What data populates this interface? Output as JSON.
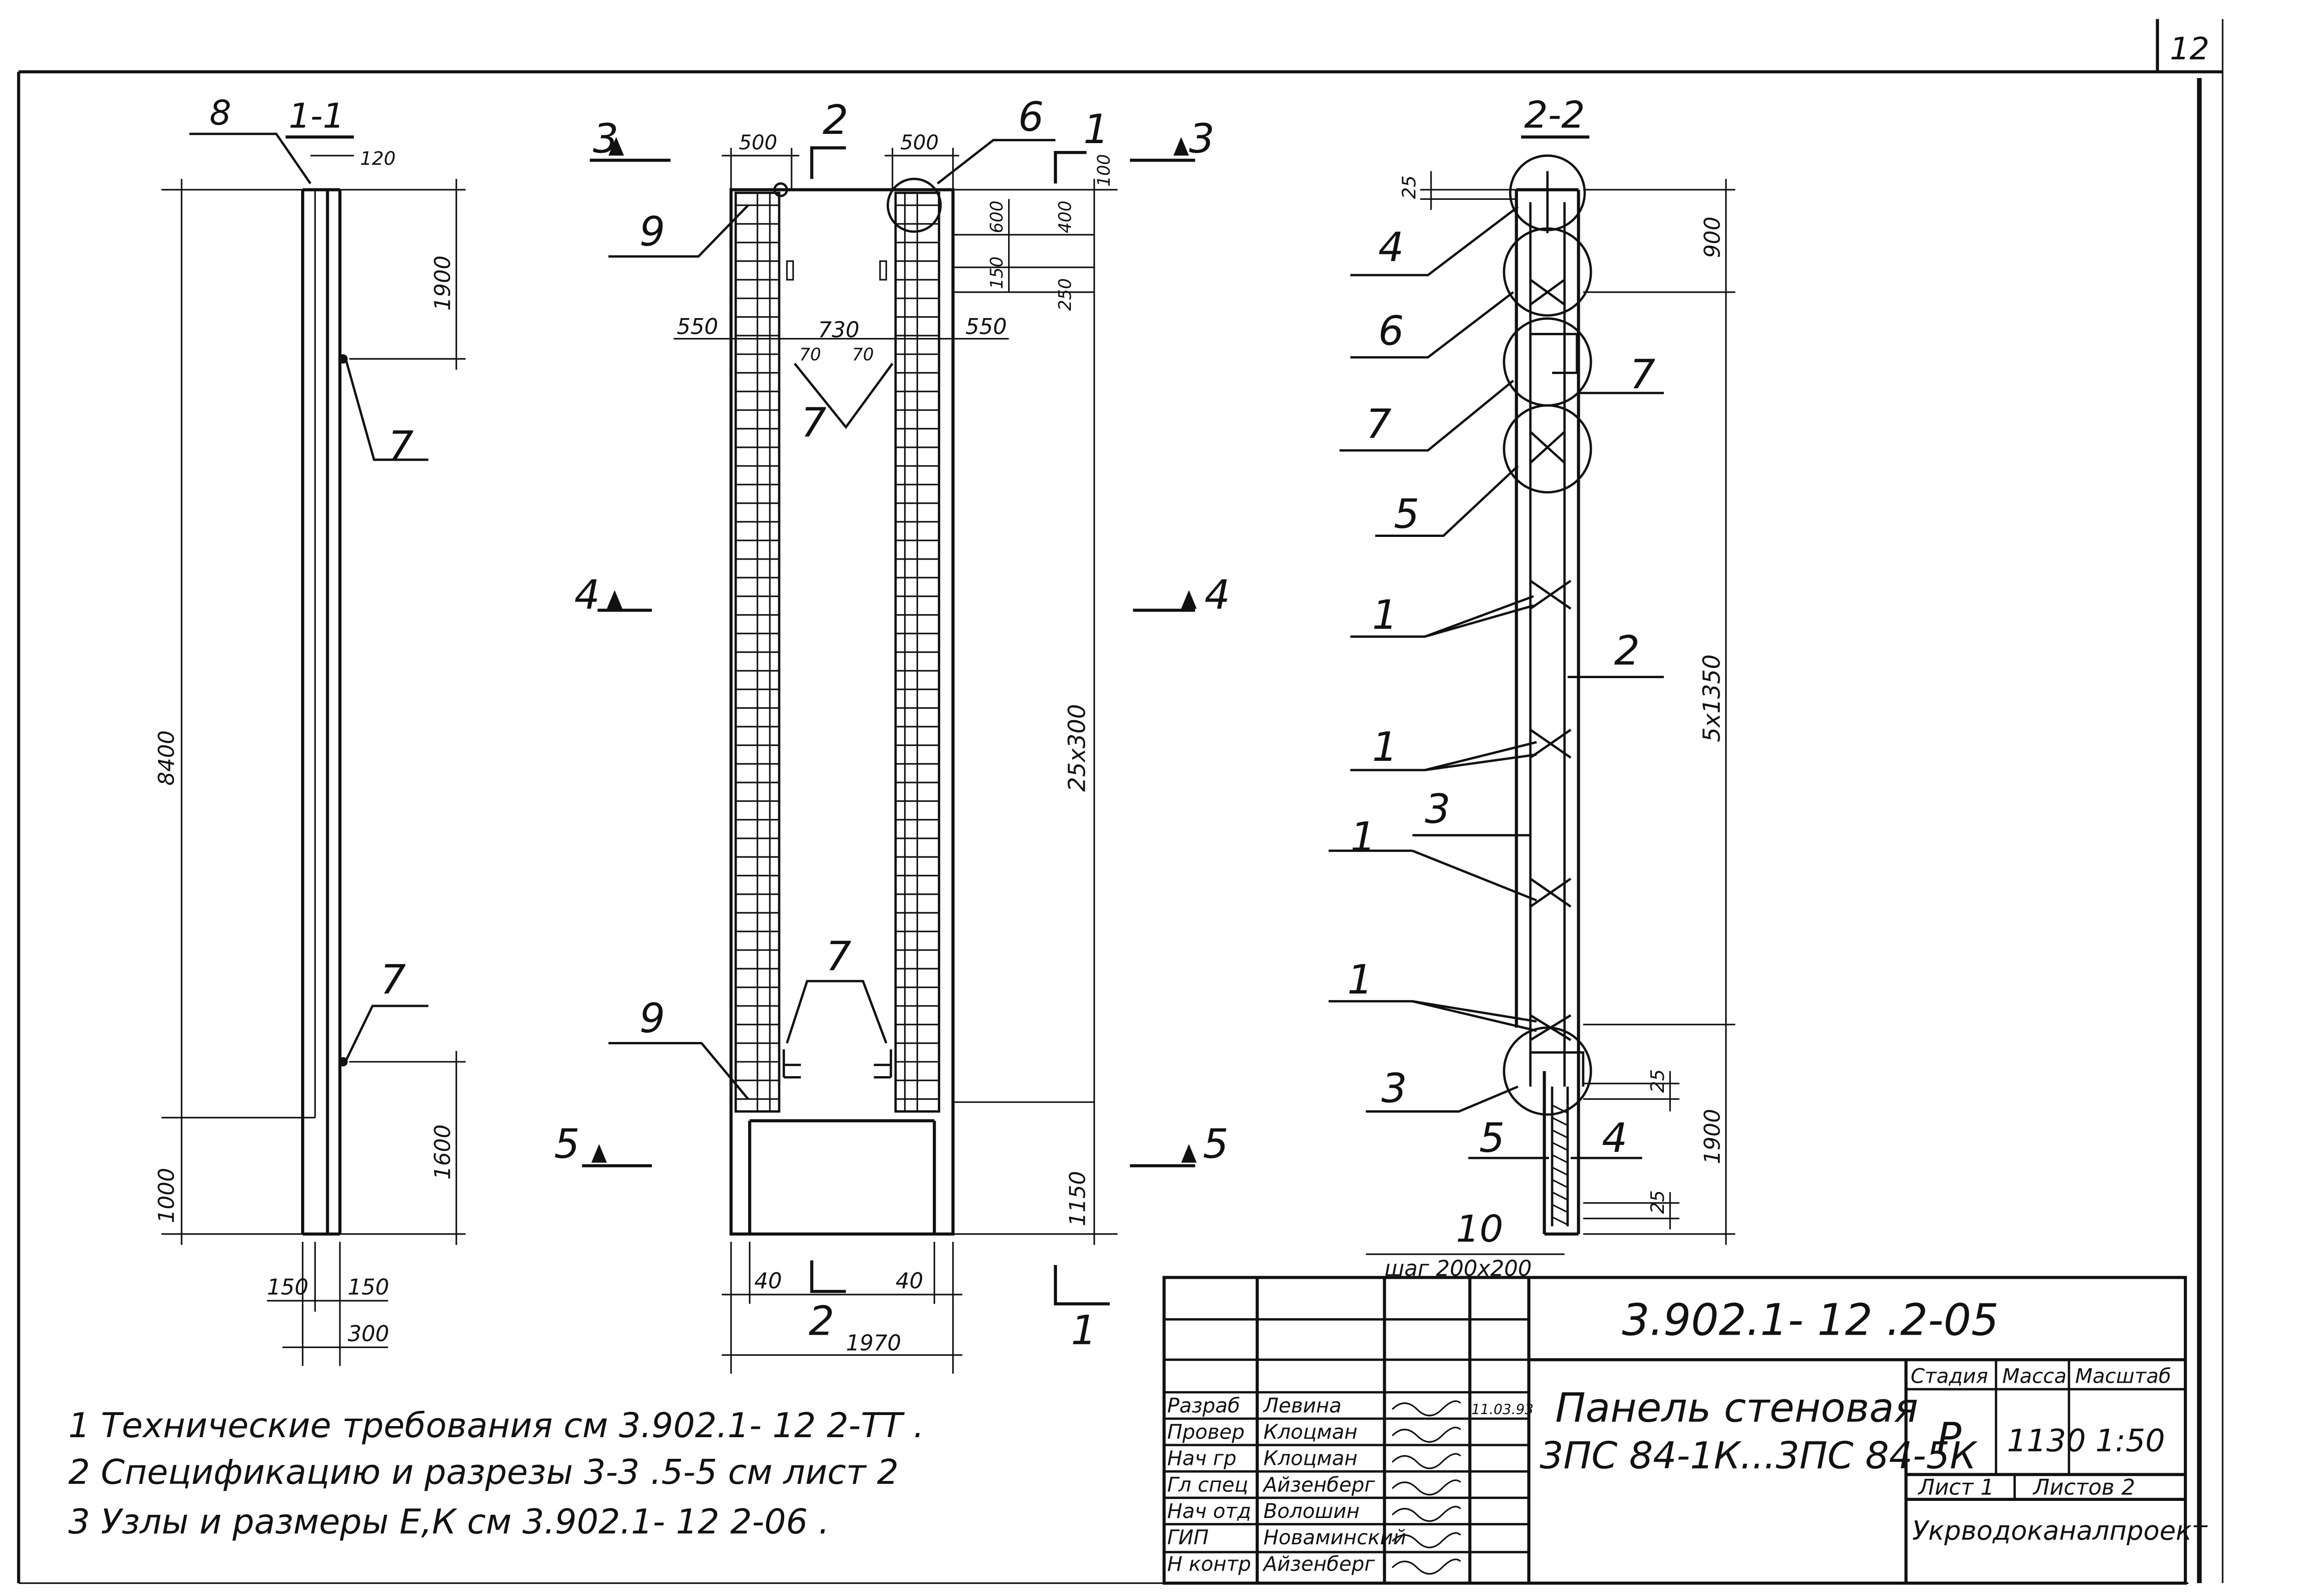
{
  "sheet_number": "12",
  "sections": {
    "s11": "1-1",
    "s22": "2-2",
    "cut1": "1",
    "cut2": "2",
    "cut3": "3",
    "cut4": "4",
    "cut5": "5"
  },
  "view11": {
    "pos8": "8",
    "pos7a": "7",
    "pos7b": "7",
    "dim_120": "120",
    "dim_1900": "1900",
    "dim_8400": "8400",
    "dim_1000": "1000",
    "dim_1600": "1600",
    "dim_150a": "150",
    "dim_150b": "150",
    "dim_300": "300"
  },
  "front": {
    "dim_500a": "500",
    "dim_500b": "500",
    "pos6": "6",
    "pos9a": "9",
    "pos9b": "9",
    "pos7a": "7",
    "pos7b": "7",
    "dim_100": "100",
    "dim_400": "400",
    "dim_600": "600",
    "dim_150": "150",
    "dim_250": "250",
    "dim_550a": "550",
    "dim_730": "730",
    "dim_550b": "550",
    "dim_70a": "70",
    "dim_70b": "70",
    "dim_25x300": "25x300",
    "dim_1150": "1150",
    "dim_40a": "40",
    "dim_40b": "40",
    "dim_1970": "1970"
  },
  "view22": {
    "dim_25a": "25",
    "dim_900": "900",
    "pos4": "4",
    "pos6": "6",
    "pos7a": "7",
    "pos7b": "7",
    "pos5a": "5",
    "pos1a": "1",
    "pos2": "2",
    "pos1b": "1",
    "pos1c": "1",
    "pos3a": "3",
    "pos1d": "1",
    "pos3b": "3",
    "pos5b": "5",
    "pos4b": "4",
    "dim_5x1350": "5x1350",
    "dim_25b": "25",
    "dim_1900": "1900",
    "dim_25c": "25",
    "pos10": "10",
    "step": "шаг 200x200"
  },
  "notes": [
    "1 Технические требования  см 3.902.1- 12 2-ТТ .",
    "2 Спецификацию и разрезы 3-3 .5-5 см лист 2",
    "3 Узлы и размеры Е,К  см 3.902.1- 12  2-06 ."
  ],
  "title_block": {
    "doc_code": "3.902.1- 12 .2-05",
    "title_line1": "Панель стеновая",
    "title_line2": "3ПС 84-1К...3ПС 84-5К",
    "col_stage": "Стадия",
    "col_mass": "Масса",
    "col_scale": "Масштаб",
    "stage": "Р",
    "mass": "1130",
    "scale": "1:50",
    "sheet": "Лист 1",
    "sheets": "Листов 2",
    "org": "Укрводоканалпроект",
    "date": "11.03.93",
    "roles": [
      {
        "role": "Разраб",
        "name": "Левина"
      },
      {
        "role": "Провер",
        "name": "Клоцман"
      },
      {
        "role": "Нач гр",
        "name": "Клоцман"
      },
      {
        "role": "Гл спец",
        "name": "Айзенберг"
      },
      {
        "role": "Нач отд",
        "name": "Волошин"
      },
      {
        "role": "ГИП",
        "name": "Новаминский"
      },
      {
        "role": "Н контр",
        "name": "Айзенберг"
      }
    ]
  }
}
